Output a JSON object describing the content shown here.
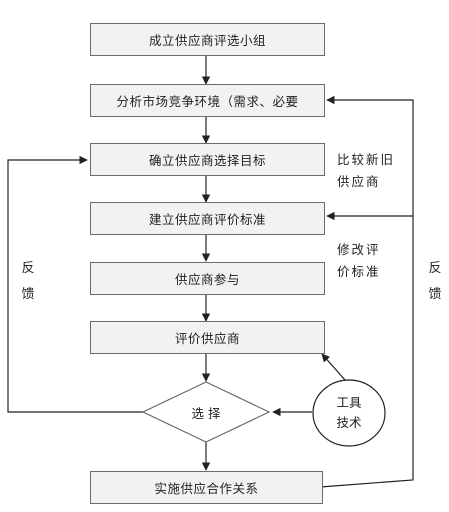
{
  "steps": [
    "成立供应商评选小组",
    "分析市场竞争环境（需求、必要",
    "确立供应商选择目标",
    "建立供应商评价标准",
    "供应商参与",
    "评价供应商"
  ],
  "decision": "选 择",
  "final_step": "实施供应合作关系",
  "tools": {
    "line1": "工具",
    "line2": "技术"
  },
  "notes": {
    "compare_line1": "比较新旧",
    "compare_line2": "供应商",
    "revise_line1": "修改评",
    "revise_line2": "价标准"
  },
  "feedback_left": [
    "反",
    "馈"
  ],
  "feedback_right": [
    "反",
    "馈"
  ]
}
